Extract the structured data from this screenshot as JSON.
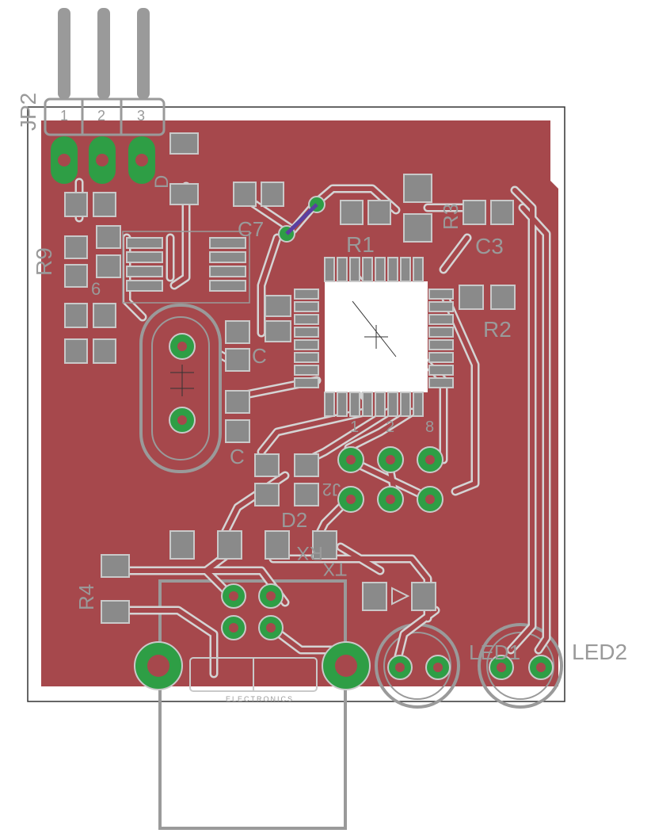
{
  "colors": {
    "copper": "#a6484c",
    "trace_line": "#c9c9c9",
    "pad_fill": "#8a8a8a",
    "via_ring": "#2e9e45",
    "silkscreen": "#9a9a9a",
    "via_trace": "#5a3fa0",
    "board_outline": "#333333"
  },
  "header": {
    "name": "JP2",
    "pins": [
      "1",
      "2",
      "3"
    ]
  },
  "labels": {
    "d_top": "D",
    "r9": "R9",
    "six": "6",
    "c7": "C7",
    "r1": "R1",
    "r3": "R3",
    "c3": "C3",
    "r2": "R2",
    "c_mid": "C",
    "c_low": "C",
    "ic_pin1": "1",
    "ic_pin2": "2",
    "ic_pin8": "8",
    "d2": "D2",
    "rx": "RX",
    "r4": "R4",
    "led1": "LED1",
    "led2": "LED2",
    "j2": "J2",
    "tx": "TX",
    "logo_sub": "ELECTRONICS"
  }
}
